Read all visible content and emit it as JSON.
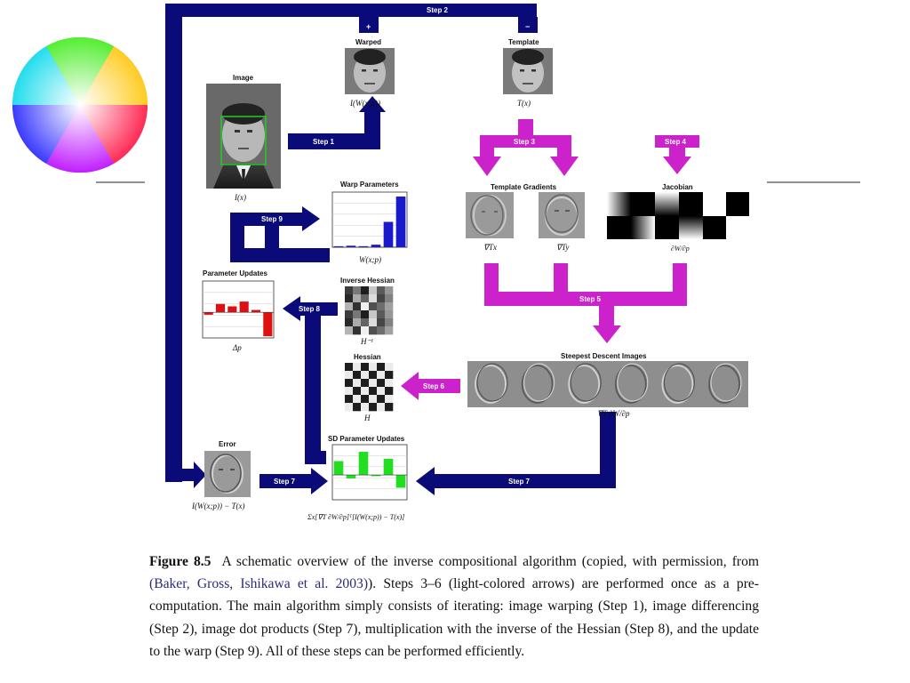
{
  "diagram": {
    "labels": {
      "image": "Image",
      "warped": "Warped",
      "template": "Template",
      "warp_parameters": "Warp Parameters",
      "template_gradients": "Template Gradients",
      "jacobian": "Jacobian",
      "parameter_updates": "Parameter Updates",
      "inverse_hessian": "Inverse Hessian",
      "hessian": "Hessian",
      "steepest_descent_images": "Steepest Descent Images",
      "error": "Error",
      "sd_parameter_updates": "SD Parameter Updates"
    },
    "math": {
      "image": "I(x)",
      "warped": "I(W(x;p))",
      "template": "T(x)",
      "warp_parameters": "W(x;p)",
      "grad_x": "∇Tx",
      "grad_y": "∇Ty",
      "jacobian": "∂W/∂p",
      "delta_p": "Δp",
      "inverse_hessian": "H⁻¹",
      "hessian": "H",
      "steepest_descent": "∇T ∂W/∂p",
      "error": "I(W(x;p)) − T(x)",
      "sd_updates": "Σx[∇T ∂W/∂p]ᵀ[I(W(x;p)) − T(x)]"
    },
    "steps": {
      "step1": "Step 1",
      "step2": "Step 2",
      "step3": "Step 3",
      "step4": "Step 4",
      "step5": "Step 5",
      "step6": "Step 6",
      "step7a": "Step 7",
      "step7b": "Step 7",
      "step8": "Step 8",
      "step9": "Step 9"
    },
    "signs": {
      "plus": "+",
      "minus": "−"
    },
    "colors": {
      "main_arrow": "#0a0a78",
      "precompute_arrow": "#cc22cc",
      "warp_bars": "#1a1acc",
      "update_bars": "#dd1111",
      "sd_bars": "#22dd22",
      "face_box": "#22cc22"
    },
    "bar_data": {
      "warp_parameters": [
        0.02,
        0.03,
        0.02,
        0.05,
        0.5,
        1.0
      ],
      "parameter_updates": [
        -0.1,
        0.35,
        0.25,
        0.45,
        0.1,
        -1.0
      ],
      "sd_parameter_updates": [
        0.6,
        -0.15,
        1.0,
        -0.05,
        0.7,
        -0.55
      ]
    }
  },
  "caption": {
    "figure_label": "Figure 8.5",
    "text_before": "A schematic overview of the inverse compositional algorithm (copied, with permission, from ",
    "reference": "(Baker, Gross, Ishikawa et al. 2003)",
    "text_after": "). Steps 3–6 (light-colored arrows) are performed once as a pre-computation. The main algorithm simply consists of iterating: image warping (Step 1), image differencing (Step 2), image dot products (Step 7), multiplication with the inverse of the Hessian (Step 8), and the update to the warp (Step 9). All of these steps can be performed efficiently."
  }
}
